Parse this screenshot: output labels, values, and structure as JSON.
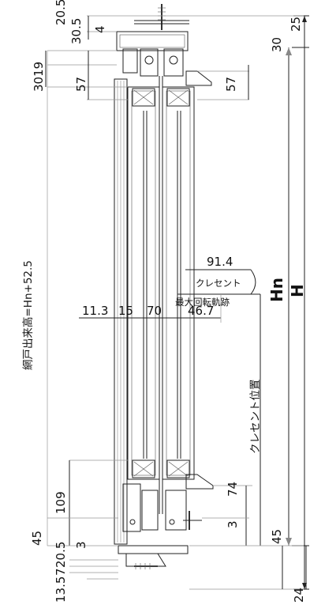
{
  "top": {
    "dims": [
      "20.5",
      "30.5",
      "4",
      "25",
      "30"
    ],
    "left": [
      "3019",
      "57"
    ],
    "right": [
      "57"
    ]
  },
  "mid": {
    "crescent_dim": "91.4",
    "crescent_label_1": "クレセント",
    "crescent_label_2": "最大回転軌跡",
    "row_dims": [
      "11.3",
      "15",
      "70",
      "46.7"
    ],
    "Hn": "Hn",
    "H": "H",
    "screen_height": "網戸出来高=Hn+52.5",
    "crescent_position": "クレセント位置"
  },
  "bottom": {
    "left": [
      "109",
      "45",
      "20.5",
      "3",
      "7",
      "13.5"
    ],
    "right": [
      "74",
      "3",
      "45",
      "24"
    ]
  }
}
